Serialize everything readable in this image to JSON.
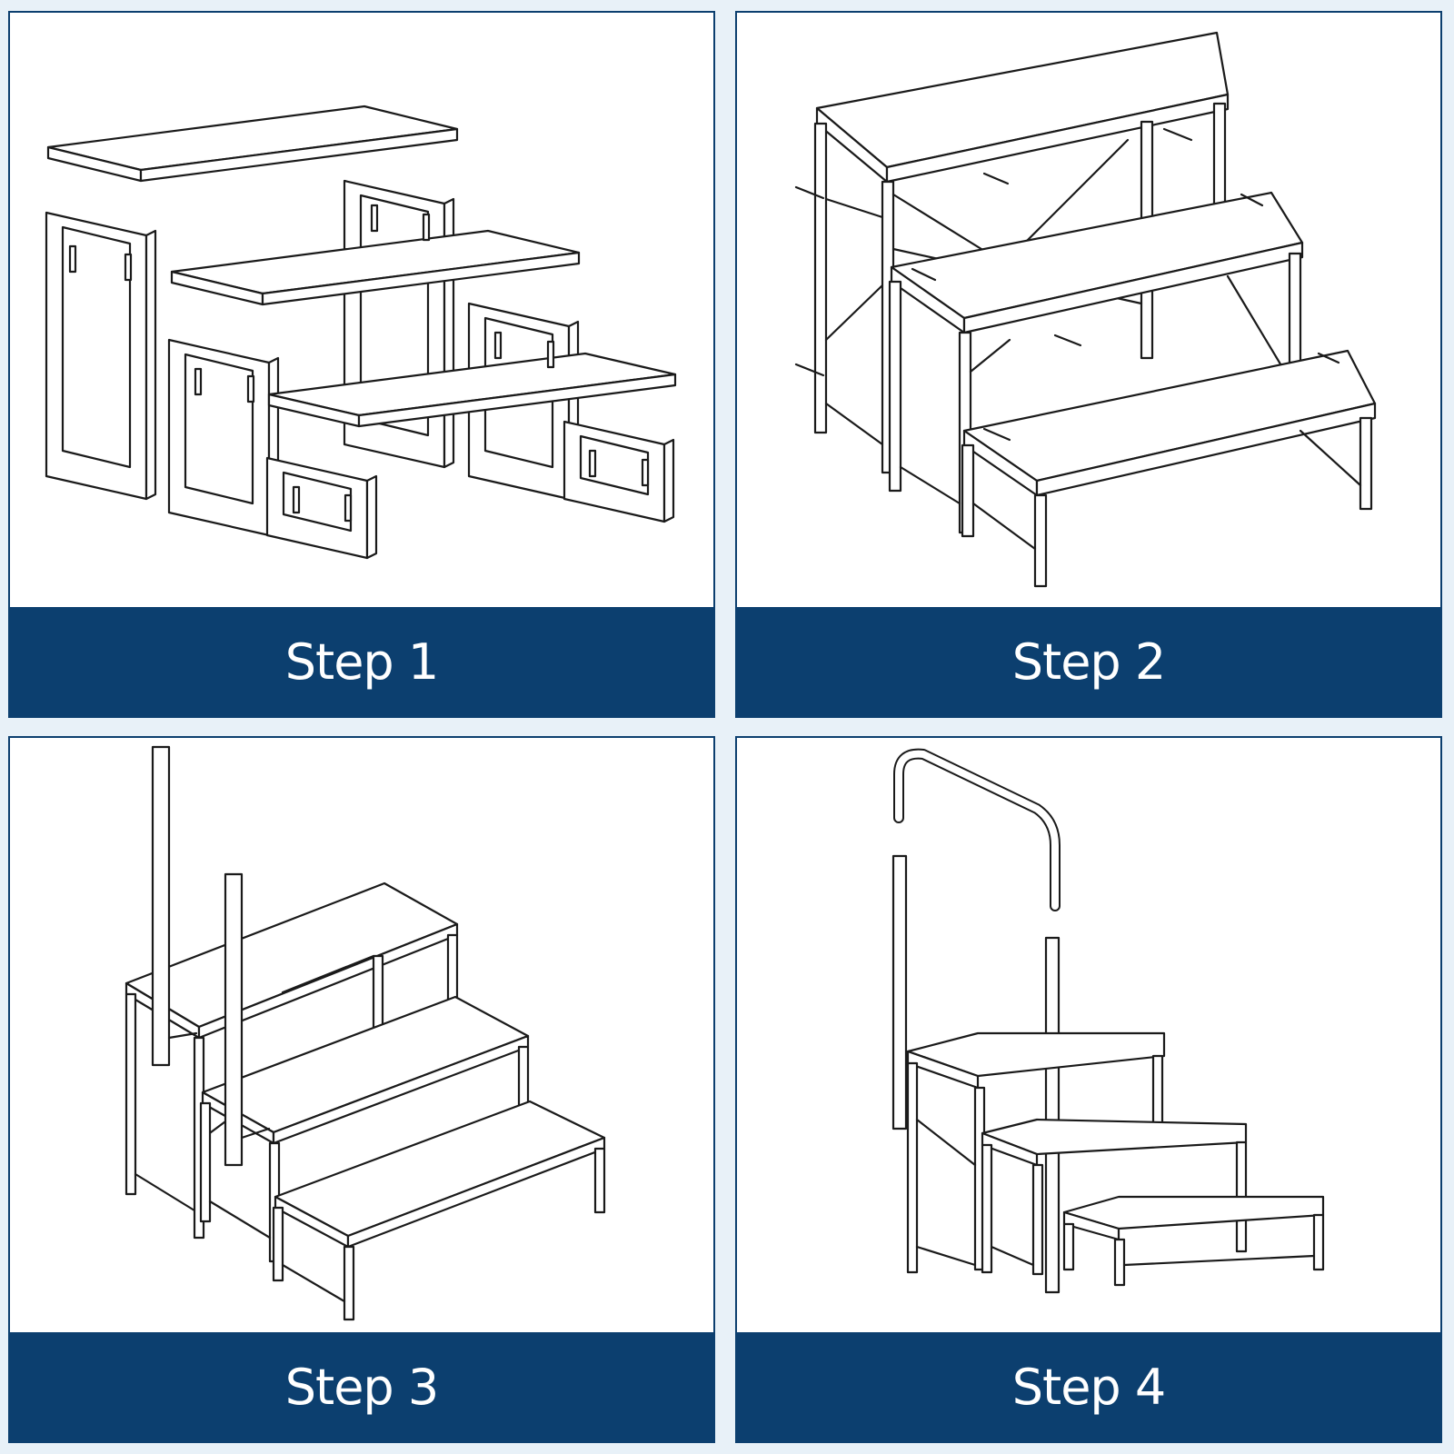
{
  "panels": [
    {
      "label": "Step 1"
    },
    {
      "label": "Step 2"
    },
    {
      "label": "Step 3"
    },
    {
      "label": "Step 4"
    }
  ],
  "colors": {
    "caption_bg": "#0c3f6f",
    "caption_text": "#ffffff",
    "page_bg": "#e8f1f8",
    "line": "#1a1a1a"
  }
}
